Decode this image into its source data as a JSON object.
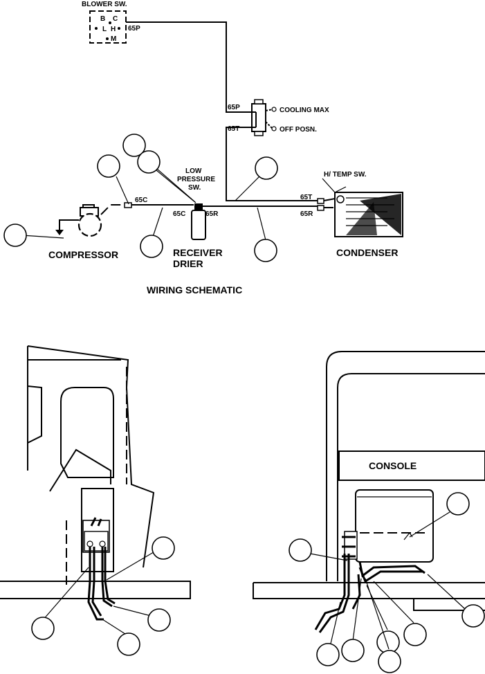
{
  "schematic": {
    "title": "WIRING SCHEMATIC",
    "blower_switch": {
      "label": "BLOWER SW.",
      "pins": [
        "B",
        "C",
        "L",
        "H",
        "M"
      ],
      "wire": "65P"
    },
    "thermostat": {
      "wire_in": "65P",
      "wire_out": "65T",
      "max_label": "COOLING MAX",
      "off_label": "OFF POSN."
    },
    "compressor": {
      "label": "COMPRESSOR",
      "wire": "65C"
    },
    "receiver_drier": {
      "label_line1": "RECEIVER",
      "label_line2": "DRIER",
      "switch_line1": "LOW",
      "switch_line2": "PRESSURE",
      "switch_line3": "SW.",
      "wire_left": "65C",
      "wire_right": "65R"
    },
    "condenser": {
      "label": "CONDENSER",
      "switch_label": "H/ TEMP SW.",
      "wire_top": "65T",
      "wire_bottom": "65R"
    }
  },
  "installation": {
    "console_label": "CONSOLE"
  }
}
